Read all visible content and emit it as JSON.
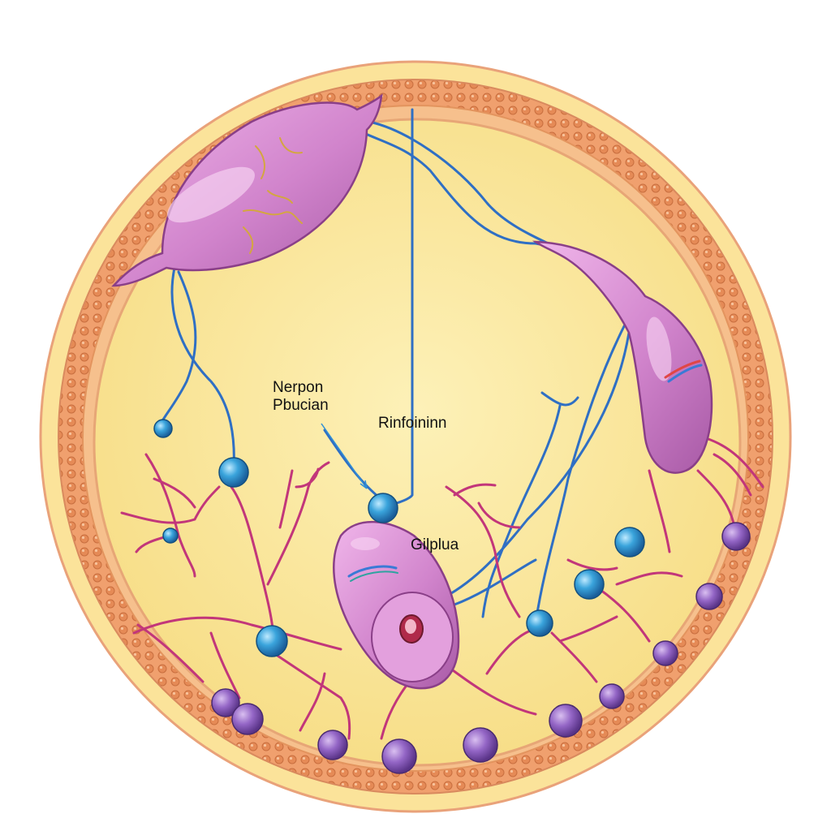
{
  "labels": {
    "neuron_line1": "Nerpon",
    "neuron_line2": "Pbucian",
    "rinf": "Rinfoininn",
    "glia": "Gilplua"
  },
  "colors": {
    "background": "#ffffff",
    "cytoplasm": "#fbeaa3",
    "membrane_outer": "#f1a678",
    "membrane_beads": "#e49866",
    "cell_body": "#d58ad0",
    "cell_highlight": "#f5c8ee",
    "dendrite": "#c2367a",
    "axon": "#2f6fc4",
    "node": "#3aa4dc",
    "vesicle": "#8f5cc0"
  }
}
